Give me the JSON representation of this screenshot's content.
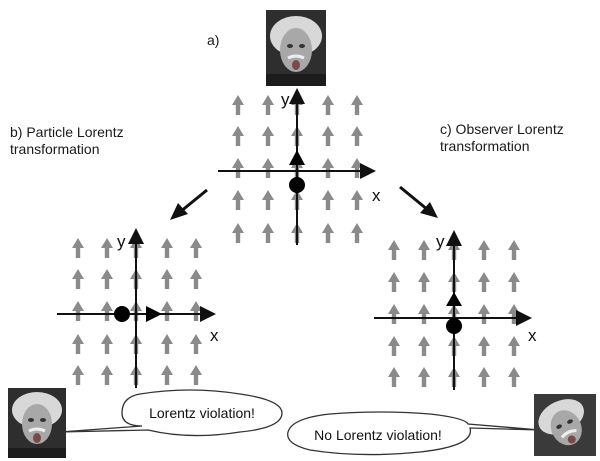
{
  "labels": {
    "a": "a)",
    "b": "b) Particle Lorentz\ntransformation",
    "c": "c) Observer Lorentz\ntransformation"
  },
  "axes": {
    "x": "x",
    "y": "y"
  },
  "bubbles": {
    "left": "Lorentz violation!",
    "right": "No Lorentz violation!"
  },
  "photos": {
    "top": "photo-portrait-icon",
    "bottom_left": "photo-portrait-icon",
    "bottom_right": "photo-portrait-icon"
  },
  "colors": {
    "field_arrow": "#8a8a8a",
    "axis": "#111111",
    "particle": "#000000"
  }
}
